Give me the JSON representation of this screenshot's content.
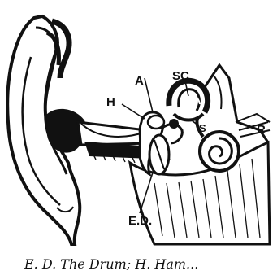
{
  "diagram": {
    "labels": {
      "a": "A",
      "h": "H",
      "sc": "SC",
      "s": "S",
      "r": "R",
      "ed": "E.D."
    },
    "caption": "E. D. The Drum; H. Ham..."
  }
}
